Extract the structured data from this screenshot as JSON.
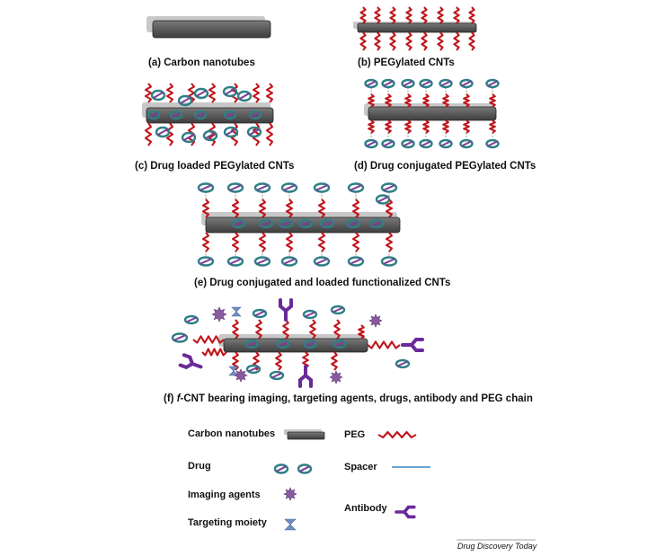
{
  "panels": [
    {
      "id": "a",
      "caption": "(a) Carbon nanotubes"
    },
    {
      "id": "b",
      "caption": "(b) PEGylated CNTs"
    },
    {
      "id": "c",
      "caption": "(c) Drug loaded PEGylated CNTs"
    },
    {
      "id": "d",
      "caption": "(d) Drug conjugated PEGylated CNTs"
    },
    {
      "id": "e",
      "caption": "(e) Drug conjugated and loaded functionalized CNTs"
    },
    {
      "id": "f",
      "caption_prefix": "(f) ",
      "caption_italic": "f",
      "caption_rest": "-CNT bearing imaging, targeting agents, drugs, antibody and PEG chain"
    }
  ],
  "legend": {
    "carbon_nanotubes": "Carbon nanotubes",
    "peg": "PEG",
    "drug": "Drug",
    "spacer": "Spacer",
    "imaging_agents": "Imaging agents",
    "antibody": "Antibody",
    "targeting_moiety": "Targeting moiety"
  },
  "source": "Drug Discovery Today",
  "colors": {
    "tube_dark": "#5a5a5a",
    "tube_light": "#c8c8c8",
    "peg": "#c0151b",
    "drug_ring": "#2e7f86",
    "drug_slash": "#7a3f99",
    "spacer": "#3a86c2",
    "imaging": "#8a5a9e",
    "antibody": "#6a2a9a",
    "targeting": "#6f8fc2"
  }
}
